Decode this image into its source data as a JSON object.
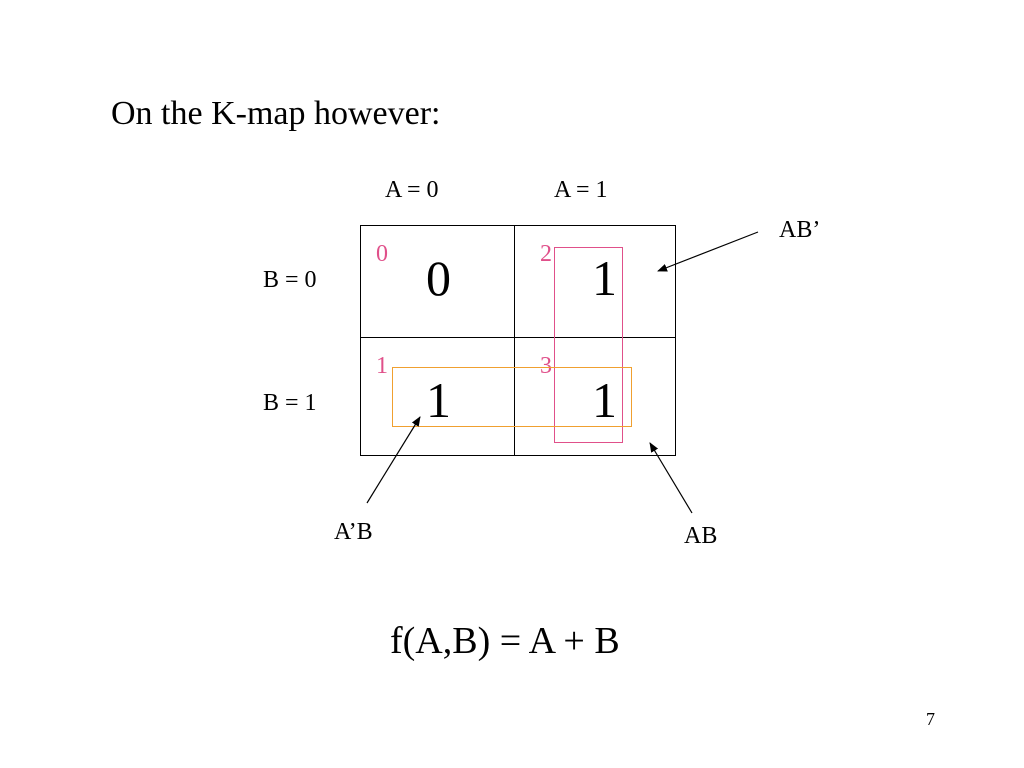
{
  "slide": {
    "title": "On the K-map however:",
    "page_number": "7"
  },
  "kmap": {
    "column_labels": [
      "A = 0",
      "A = 1"
    ],
    "row_labels": [
      "B = 0",
      "B = 1"
    ],
    "cells": [
      {
        "index": "0",
        "value": "0"
      },
      {
        "index": "1",
        "value": "1"
      },
      {
        "index": "2",
        "value": "1"
      },
      {
        "index": "3",
        "value": "1"
      }
    ],
    "groups": [
      {
        "term": "AB’",
        "color": "#e0508a"
      },
      {
        "term": "A’B",
        "color": "#f0a030"
      }
    ],
    "annotations": [
      "AB’",
      "A’B",
      "AB"
    ]
  },
  "formula": "f(A,B) = A + B",
  "colors": {
    "index_pink": "#e0508a",
    "group_pink": "#e0508a",
    "group_orange": "#f0a030"
  }
}
